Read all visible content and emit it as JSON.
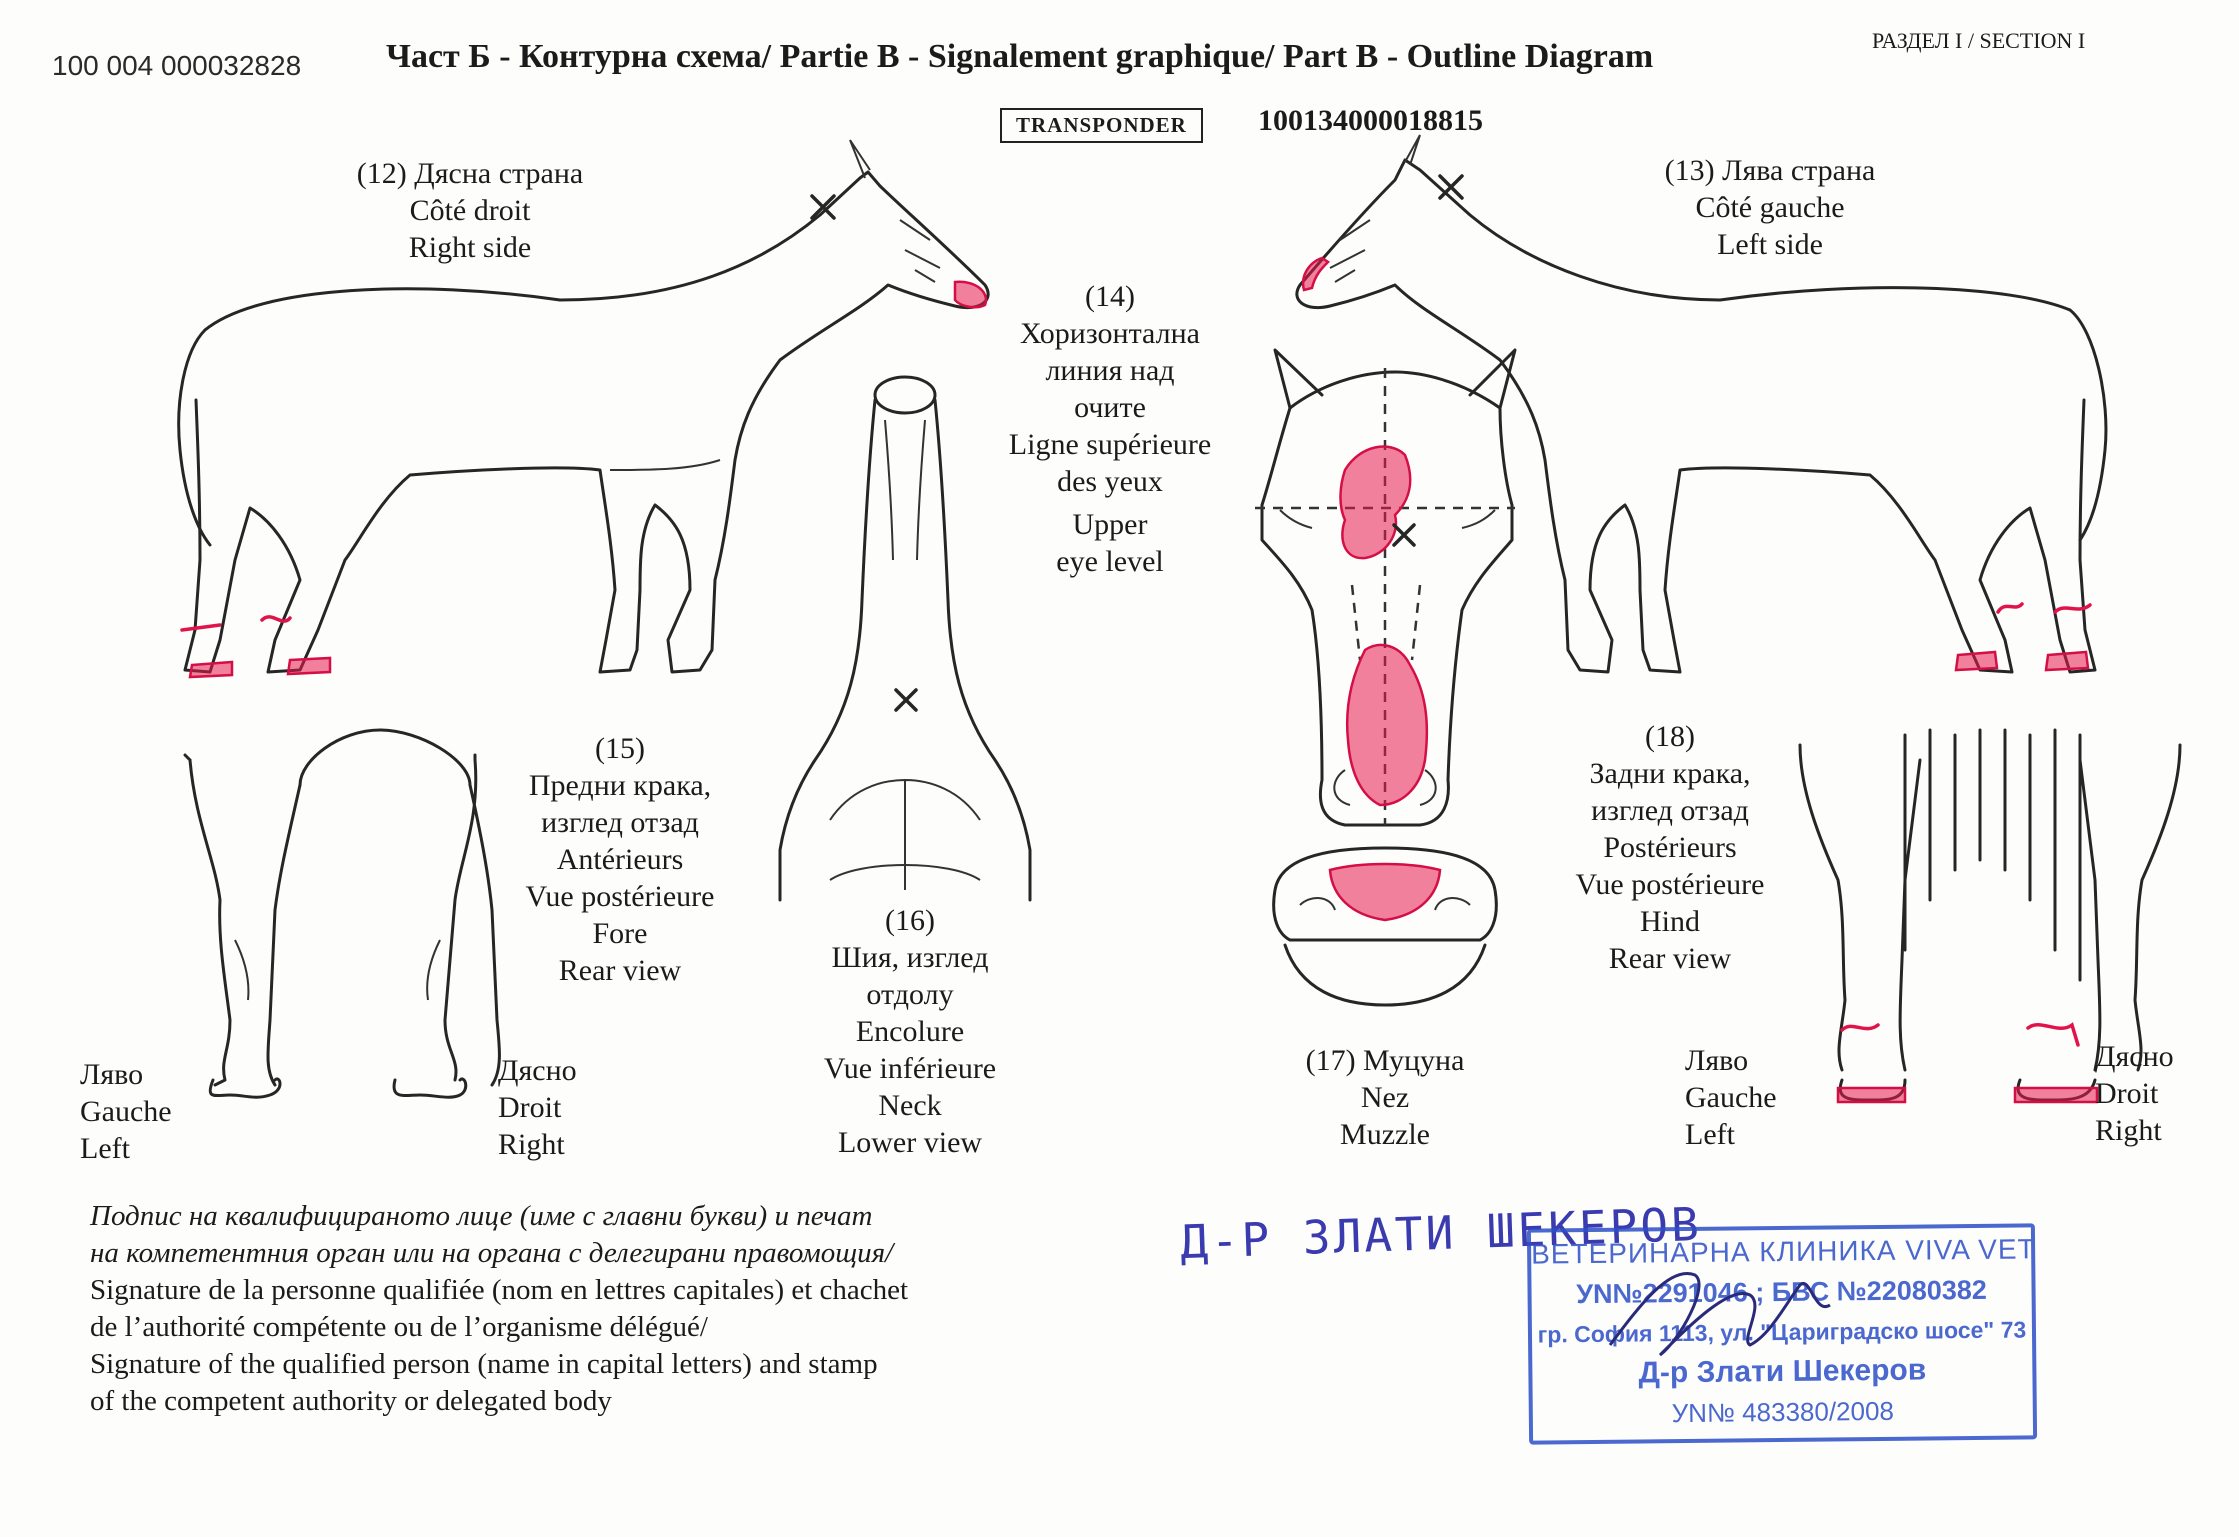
{
  "header": {
    "doc_number": "100 004 000032828",
    "title": "Част Б - Контурна схема/ Partie B - Signalement graphique/ Part B - Outline Diagram",
    "section": "РАЗДЕЛ I / SECTION I",
    "transponder_label": "TRANSPONDER",
    "transponder_number": "100134000018815"
  },
  "views": {
    "right_side": [
      "(12)  Дясна страна",
      "Côté droit",
      "Right side"
    ],
    "left_side": [
      "(13)  Лява страна",
      "Côté gauche",
      "Left side"
    ],
    "eye_level": [
      "(14)",
      "Хоризонтална",
      "линия над",
      "очите",
      "Ligne supérieure",
      "des yeux",
      "Upper",
      "eye level"
    ],
    "forelegs": [
      "(15)",
      "Предни крака,",
      "изглед отзад",
      "Antérieurs",
      "Vue postérieure",
      "Fore",
      "Rear view"
    ],
    "neck": [
      "(16)",
      "Шия, изглед",
      "отдолу",
      "Encolure",
      "Vue inférieure",
      "Neck",
      "Lower view"
    ],
    "muzzle": [
      "(17) Муцуна",
      "Nez",
      "Muzzle"
    ],
    "hindlegs": [
      "(18)",
      "Задни крака,",
      "изглед отзад",
      "Postérieurs",
      "Vue postérieure",
      "Hind",
      "Rear view"
    ],
    "fore_left": [
      "Ляво",
      "Gauche",
      "Left"
    ],
    "fore_right": [
      "Дясно",
      "Droit",
      "Right"
    ],
    "hind_left": [
      "Ляво",
      "Gauche",
      "Left"
    ],
    "hind_right": [
      "Дясно",
      "Droit",
      "Right"
    ]
  },
  "signature": {
    "lines": [
      "Подпис на квалифицираното лице (име с главни букви) и печат",
      "на компетентния орган или на органа с делегирани правомощия/",
      "Signature de la personne qualifiée (nom en lettres capitales) et chachet",
      "de l’authorité compétente ou de l’organisme délégué/",
      "Signature of the qualified person (name in capital letters) and stamp",
      "of the competent authority or delegated body"
    ],
    "handwritten_name": "Д-Р ЗЛАТИ ШЕКЕРОВ"
  },
  "stamp": {
    "line1": "ВЕТЕРИНАРНА КЛИНИКА VIVA VET",
    "line2": "УN№2291046 ; БВС №22080382",
    "line3": "гр. София 1113, ул. \"Цариградско шосе\" 73",
    "line4": "Д-р Злати Шекеров",
    "line5": "УN№ 483380/2008"
  },
  "colors": {
    "ink": "#262626",
    "marking": "#e0144a",
    "stamp": "#2c4fc7",
    "pen": "#3b3bb0"
  }
}
